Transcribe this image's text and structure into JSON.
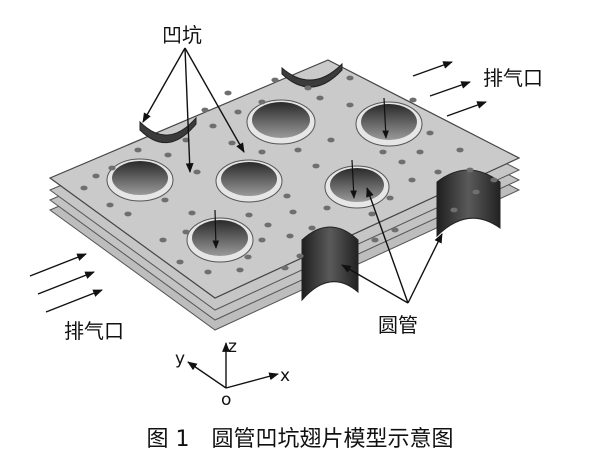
{
  "labels": {
    "dimple": "凹坑",
    "exhaust_out": "排气口",
    "exhaust_in": "排气口",
    "tube": "圆管"
  },
  "axes": {
    "x": "x",
    "y": "y",
    "z": "z",
    "origin": "o"
  },
  "caption": "图 1　圆管凹坑翅片模型示意图",
  "colors": {
    "fin": "#c9c9c9",
    "fin_edge": "#555555",
    "tube_inner": "#3a3a3a",
    "dimple": "#6f6f6f",
    "arrow": "#111111"
  }
}
